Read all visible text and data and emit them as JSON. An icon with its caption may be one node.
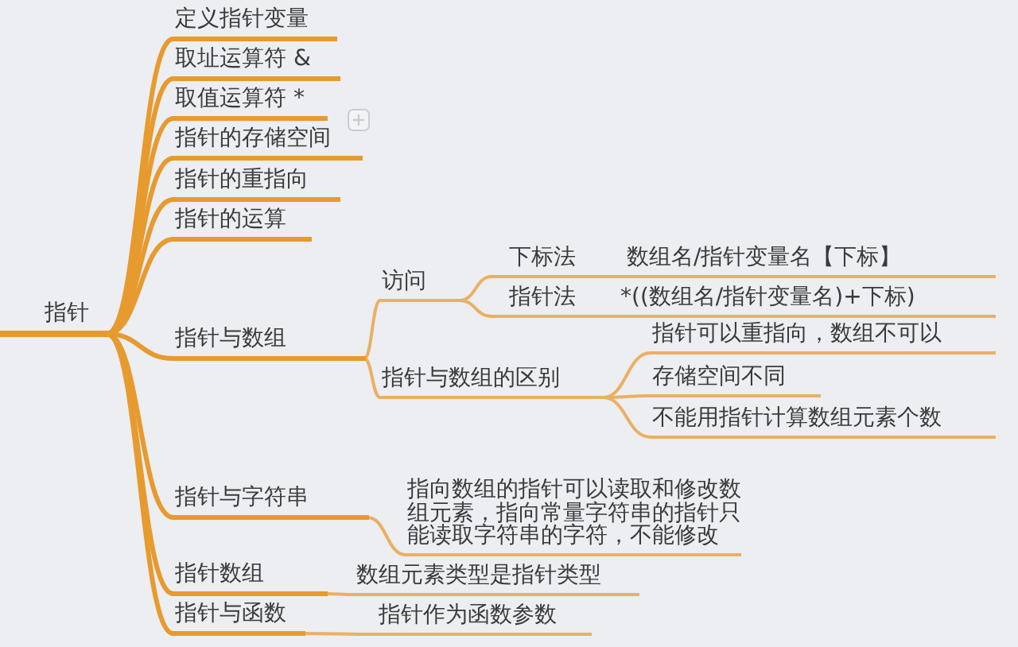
{
  "diagram": {
    "nodes": [
      {
        "text": [
          "指针"
        ]
      },
      {
        "text": [
          "定义指针变量"
        ]
      },
      {
        "text": [
          "取址运算符 &"
        ]
      },
      {
        "text": [
          "取值运算符 *"
        ]
      },
      {
        "text": [
          "指针的存储空间"
        ]
      },
      {
        "text": [
          "指针的重指向"
        ]
      },
      {
        "text": [
          "指针的运算"
        ]
      },
      {
        "text": [
          "指针与数组"
        ]
      },
      {
        "text": [
          "访问"
        ]
      },
      {
        "text": [
          "下标法"
        ]
      },
      {
        "text": [
          "数组名/指针变量名【下标】"
        ]
      },
      {
        "text": [
          "指针法"
        ]
      },
      {
        "text": [
          "*((数组名/指针变量名)+下标)"
        ]
      },
      {
        "text": [
          "指针与数组的区别"
        ]
      },
      {
        "text": [
          "指针可以重指向，数组不可以"
        ]
      },
      {
        "text": [
          "存储空间不同"
        ]
      },
      {
        "text": [
          "不能用指针计算数组元素个数"
        ]
      },
      {
        "text": [
          "指针与字符串"
        ]
      },
      {
        "text": [
          "指向数组的指针可以读取和修改数组元素，指向常量字符串的指针只能读取字符串的字符，不能修改"
        ]
      },
      {
        "text": [
          "指针数组"
        ]
      },
      {
        "text": [
          "数组元素类型是指针类型"
        ]
      },
      {
        "text": [
          "指针与函数"
        ]
      },
      {
        "text": [
          "指针作为函数参数"
        ]
      }
    ],
    "edges": [
      {
        "from": 0,
        "to": 1,
        "arrow": "none"
      },
      {
        "from": 0,
        "to": 2,
        "arrow": "none"
      },
      {
        "from": 0,
        "to": 3,
        "arrow": "none"
      },
      {
        "from": 0,
        "to": 4,
        "arrow": "none"
      },
      {
        "from": 0,
        "to": 5,
        "arrow": "none"
      },
      {
        "from": 0,
        "to": 6,
        "arrow": "none"
      },
      {
        "from": 0,
        "to": 7,
        "arrow": "none"
      },
      {
        "from": 7,
        "to": 8,
        "arrow": "none"
      },
      {
        "from": 8,
        "to": 9,
        "arrow": "none"
      },
      {
        "from": 9,
        "to": 10,
        "arrow": "none"
      },
      {
        "from": 8,
        "to": 11,
        "arrow": "none"
      },
      {
        "from": 11,
        "to": 12,
        "arrow": "none"
      },
      {
        "from": 7,
        "to": 13,
        "arrow": "none"
      },
      {
        "from": 13,
        "to": 14,
        "arrow": "none"
      },
      {
        "from": 13,
        "to": 15,
        "arrow": "none"
      },
      {
        "from": 13,
        "to": 16,
        "arrow": "none"
      },
      {
        "from": 0,
        "to": 17,
        "arrow": "none"
      },
      {
        "from": 17,
        "to": 18,
        "arrow": "none"
      },
      {
        "from": 0,
        "to": 19,
        "arrow": "none"
      },
      {
        "from": 19,
        "to": 20,
        "arrow": "none"
      },
      {
        "from": 0,
        "to": 21,
        "arrow": "none"
      },
      {
        "from": 21,
        "to": 22,
        "arrow": "none"
      }
    ]
  }
}
